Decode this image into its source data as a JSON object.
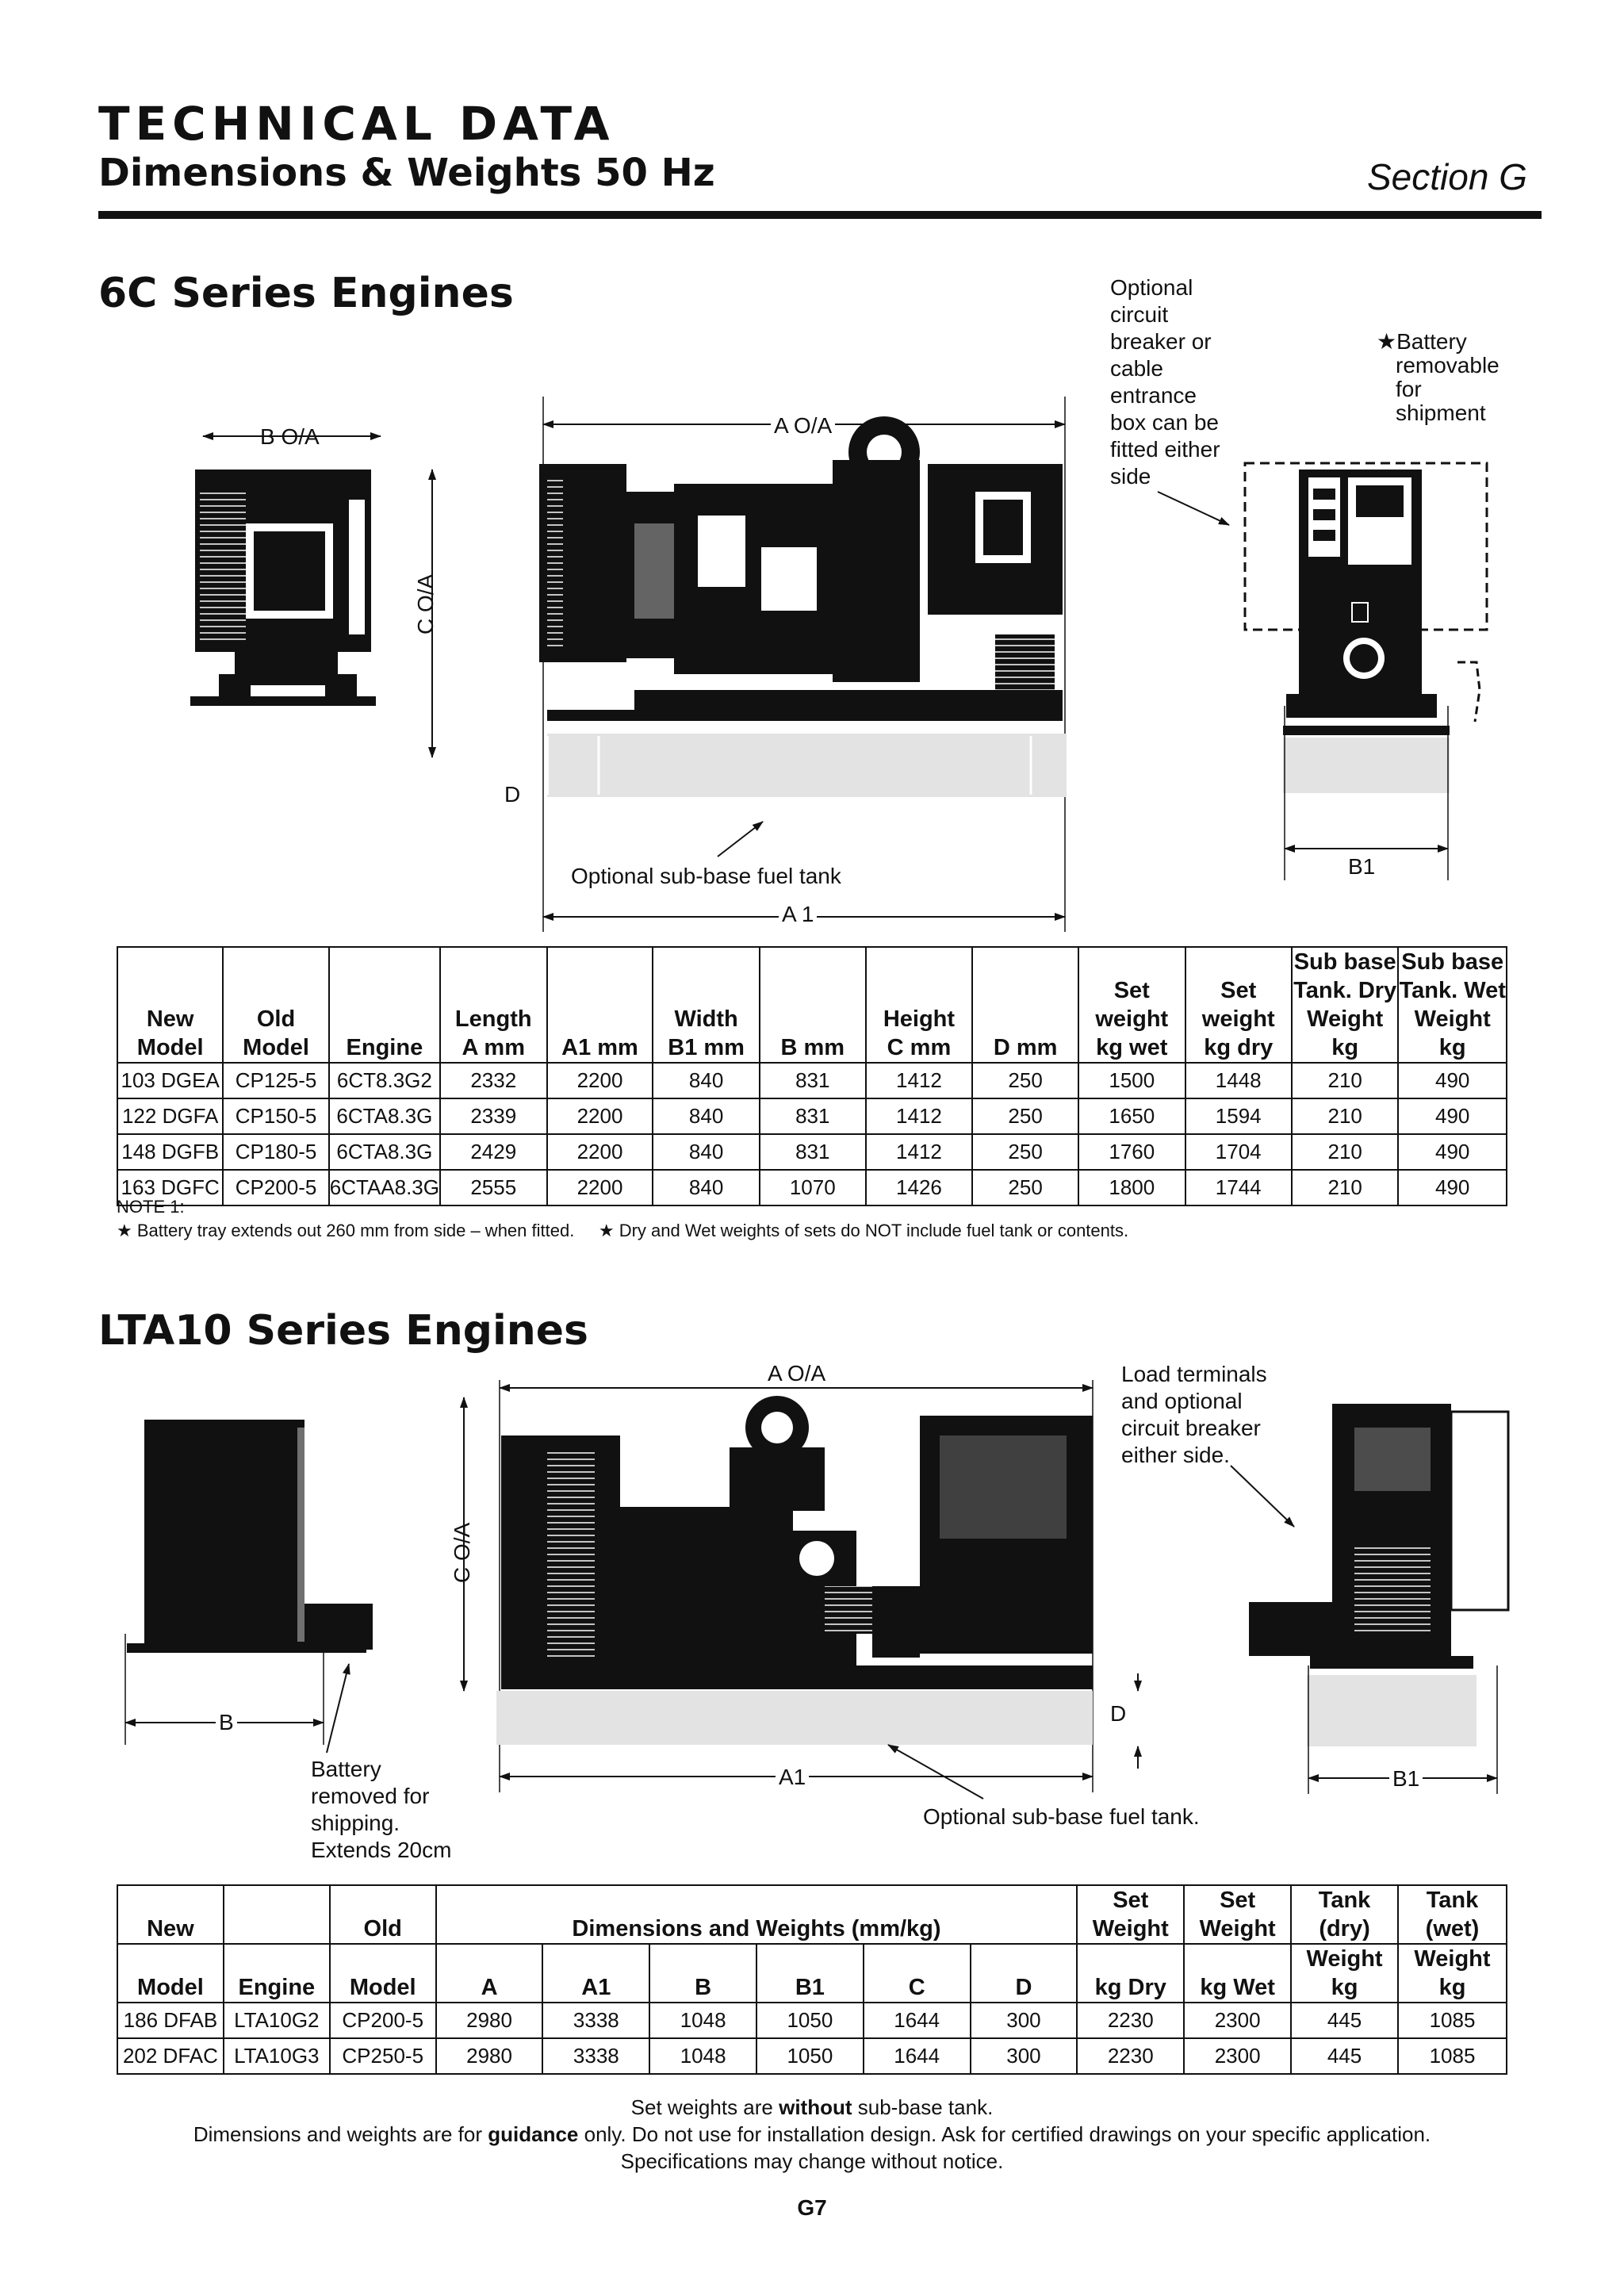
{
  "header": {
    "title": "TECHNICAL DATA",
    "subtitle": "Dimensions & Weights 50 Hz",
    "section": "Section G"
  },
  "series1": {
    "heading": "6C Series Engines",
    "labels": {
      "b_oa": "B O/A",
      "c_oa": "C O/A",
      "a_oa": "A O/A",
      "d": "D",
      "a1": "A 1",
      "b1": "B1",
      "fuel_tank": "Optional sub-base fuel tank",
      "breaker_note": [
        "Optional",
        "circuit",
        "breaker or",
        "cable",
        "entrance",
        "box can be",
        "fitted either",
        "side"
      ],
      "battery_note": [
        "★Battery",
        "removable",
        "for",
        "shipment"
      ]
    },
    "table": {
      "headers": [
        [
          "New",
          "Model"
        ],
        [
          "Old",
          "Model"
        ],
        [
          "",
          "Engine"
        ],
        [
          "Length",
          "A mm"
        ],
        [
          "",
          "A1 mm"
        ],
        [
          "Width",
          "B1 mm"
        ],
        [
          "",
          "B mm"
        ],
        [
          "Height",
          "C mm"
        ],
        [
          "",
          "D mm"
        ],
        [
          "Set weight",
          "kg wet"
        ],
        [
          "Set weight",
          "kg dry"
        ],
        [
          "Sub base",
          "Tank. Dry",
          "Weight kg"
        ],
        [
          "Sub base",
          "Tank. Wet",
          "Weight kg"
        ]
      ],
      "rows": [
        [
          "103 DGEA",
          "CP125-5",
          "6CT8.3G2",
          "2332",
          "2200",
          "840",
          "831",
          "1412",
          "250",
          "1500",
          "1448",
          "210",
          "490"
        ],
        [
          "122 DGFA",
          "CP150-5",
          "6CTA8.3G",
          "2339",
          "2200",
          "840",
          "831",
          "1412",
          "250",
          "1650",
          "1594",
          "210",
          "490"
        ],
        [
          "148 DGFB",
          "CP180-5",
          "6CTA8.3G",
          "2429",
          "2200",
          "840",
          "831",
          "1412",
          "250",
          "1760",
          "1704",
          "210",
          "490"
        ],
        [
          "163 DGFC",
          "CP200-5",
          "6CTAA8.3G",
          "2555",
          "2200",
          "840",
          "1070",
          "1426",
          "250",
          "1800",
          "1744",
          "210",
          "490"
        ]
      ]
    },
    "note_title": "NOTE 1:",
    "note_line": "★ Battery tray extends out 260 mm from side – when fitted.     ★ Dry and Wet weights of sets do NOT include fuel tank or contents."
  },
  "series2": {
    "heading": "LTA10 Series Engines",
    "labels": {
      "a_oa": "A O/A",
      "c_oa": "C O/A",
      "b": "B",
      "d": "D",
      "a1": "A1",
      "b1": "B1",
      "fuel_tank": "Optional sub-base fuel tank.",
      "load_note": [
        "Load terminals",
        "and optional",
        "circuit breaker",
        "either side."
      ],
      "battery_note": [
        "Battery",
        "removed for",
        "shipping.",
        "Extends 20cm"
      ]
    },
    "table": {
      "header_top": [
        "New",
        "",
        "Old",
        "Dimensions and Weights (mm/kg)",
        "Set Weight",
        "Set Weight",
        "Tank (dry)",
        "Tank (wet)"
      ],
      "header_bottom": [
        "Model",
        "Engine",
        "Model",
        "A",
        "A1",
        "B",
        "B1",
        "C",
        "D",
        "kg Dry",
        "kg Wet",
        "Weight kg",
        "Weight kg"
      ],
      "rows": [
        [
          "186 DFAB",
          "LTA10G2",
          "CP200-5",
          "2980",
          "3338",
          "1048",
          "1050",
          "1644",
          "300",
          "2230",
          "2300",
          "445",
          "1085"
        ],
        [
          "202 DFAC",
          "LTA10G3",
          "CP250-5",
          "2980",
          "3338",
          "1048",
          "1050",
          "1644",
          "300",
          "2230",
          "2300",
          "445",
          "1085"
        ]
      ]
    }
  },
  "footer": {
    "line1_pre": "Set weights are ",
    "line1_bold": "without",
    "line1_post": " sub-base tank.",
    "line2_pre": "Dimensions and weights are for ",
    "line2_bold": "guidance",
    "line2_post": " only. Do not use for installation design. Ask for certified drawings on your specific application.",
    "line3": "Specifications may change without notice.",
    "page": "G7"
  }
}
